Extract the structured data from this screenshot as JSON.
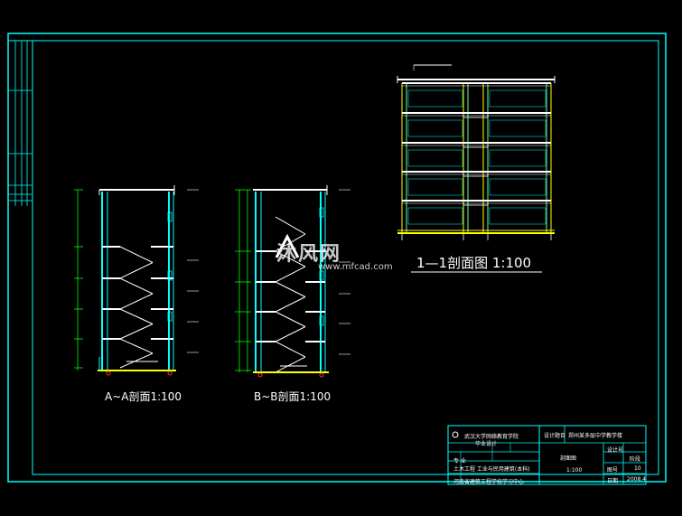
{
  "drawing": {
    "section_aa_title": "A~A剖面1:100",
    "section_bb_title": "B~B剖面1:100",
    "section_11_title": "1—1剖面图  1:100"
  },
  "watermark": {
    "brand": "沐风网",
    "url": "www.mfcad.com"
  },
  "title_block": {
    "school": "武汉大学网络教育学院",
    "course": "毕业设计",
    "row_a": "专 业",
    "row_b": "土木工程 工业与民用建筑(本科)",
    "row_c": "河南省建筑工程学校学习中心",
    "design_label": "设计题目",
    "design_title": "郑州某多层中学教学楼",
    "drawing_label": "剖面图",
    "scale": "1:100",
    "sheet_no_label": "图号",
    "sheet_no": "10",
    "date_label": "日期",
    "date": "2008.4",
    "design_no_label": "设计号",
    "stage_label": "阶段"
  },
  "colors": {
    "frame": "#00ffff",
    "wall": "#00ffff",
    "slab": "#ffffff",
    "stair": "#ffffff",
    "dim": "#00ff00",
    "ground": "#ffff00",
    "column": "#ffff00",
    "axis_dot": "#ff3333",
    "text": "#ffffff"
  }
}
